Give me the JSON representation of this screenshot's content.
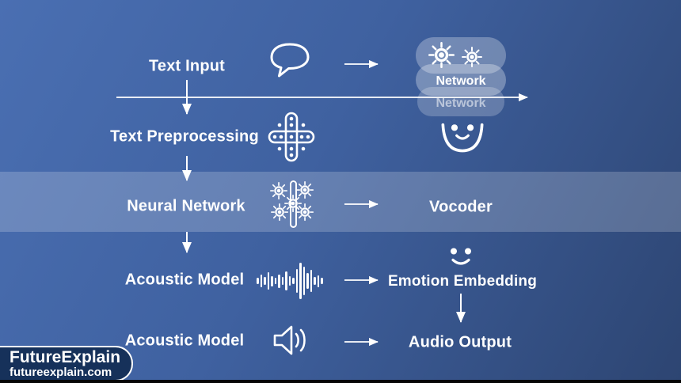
{
  "labels": {
    "text_input": "Text Input",
    "text_preprocessing": "Text Preprocessing",
    "neural_network": "Neural Network",
    "acoustic_model_1": "Acoustic Model",
    "acoustic_model_2": "Acoustic Model",
    "vocoder": "Vocoder",
    "emotion_embedding": "Emotion Embedding",
    "audio_output": "Audio Output",
    "network_badge_1": "Network",
    "network_badge_2": "Network"
  },
  "badge": {
    "title": "FutureExplain",
    "url": "futureexplain.com"
  },
  "icons": {
    "speech_bubble": "speech-bubble-icon",
    "cross_dots": "text-preprocessing-cross-icon",
    "neuron_cluster": "neural-network-icon",
    "waveform": "waveform-icon",
    "speaker": "speaker-icon",
    "smiley_big": "smiley-face-icon",
    "smiley_mini": "mini-smiley-icon",
    "neurons_pill": "neuron-pair-icon",
    "waveform_heights": [
      8,
      16,
      10,
      22,
      13,
      8,
      17,
      10,
      24,
      12,
      8,
      30,
      46,
      36,
      20,
      28,
      10,
      15,
      8
    ]
  },
  "colors": {
    "bg_top_left": "#4a6fb2",
    "bg_mid": "#3f61a0",
    "bg_bottom_right": "#2d4572",
    "highlight_band": "rgba(255,255,255,0.20)",
    "badge_bg": "#16315a",
    "text": "#ffffff"
  }
}
